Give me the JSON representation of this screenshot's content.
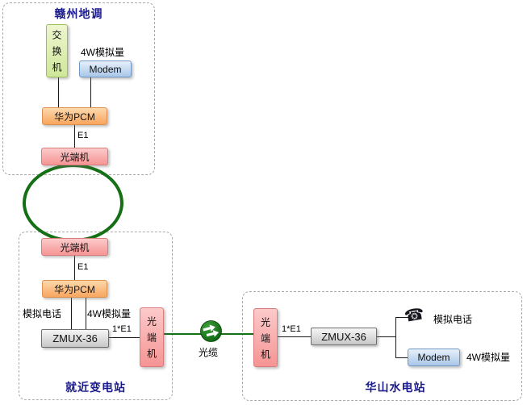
{
  "ganzhou": {
    "title": "赣州地调",
    "switch_label": "交换机",
    "analog_4w_label": "4W模拟量",
    "modem_label": "Modem",
    "pcm_label": "华为PCM",
    "e1_label": "E1",
    "optical_label": "光端机"
  },
  "substation": {
    "title": "就近变电站",
    "optical_label": "光端机",
    "e1_label": "E1",
    "pcm_label": "华为PCM",
    "analog_phone_label": "模拟电话",
    "analog_4w_label": "4W模拟量",
    "zmux_label": "ZMUX-36",
    "link_e1_label": "1*E1",
    "optical_out_label": "光端机"
  },
  "fiber": {
    "cable_label": "光缆"
  },
  "huashan": {
    "title": "华山水电站",
    "optical_label": "光端机",
    "link_e1_label": "1*E1",
    "zmux_label": "ZMUX-36",
    "phone_icon_glyph": "☎",
    "analog_phone_label": "模拟电话",
    "modem_label": "Modem",
    "analog_4w_label": "4W模拟量"
  },
  "colors": {
    "section_title_blue": "#1a1a8c",
    "fiber_green": "#156f15",
    "node_switch_green": "#cfe79a",
    "node_modem_blue": "#a9c7e9",
    "node_pcm_orange": "#f8a55e",
    "node_optical_pink": "#f69494",
    "node_zmux_gray": "#c7c7c7",
    "connector_black": "#1a1a1a",
    "dashed_border_gray": "#a9a9a9"
  }
}
